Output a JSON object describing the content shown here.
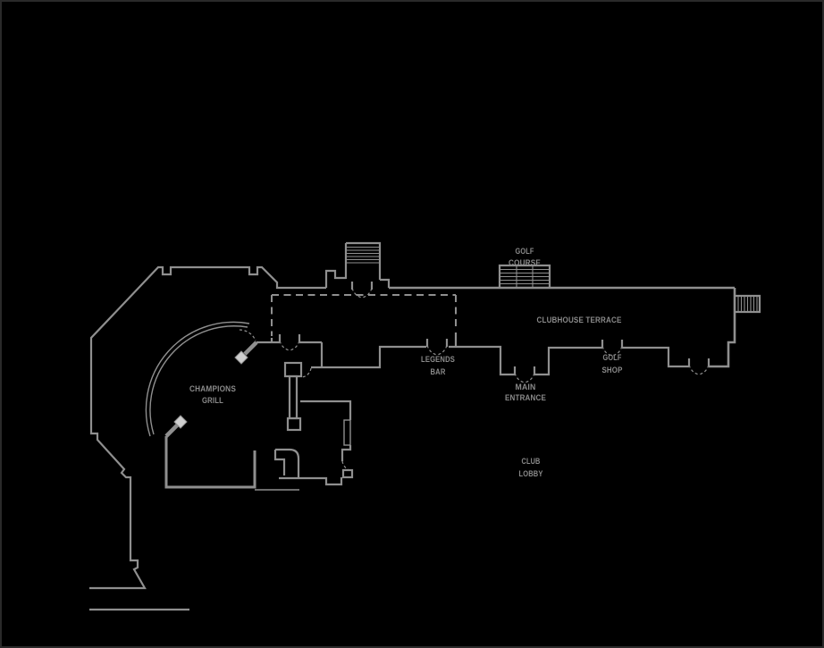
{
  "frame": {
    "background": "#000000",
    "border_color": "#2a2a2a"
  },
  "palette": {
    "wall_color": "#8f8f8f",
    "label_color": "#8a8a8a",
    "door_hinge_fill": "#cfcfcf"
  },
  "floor_plan": {
    "type": "clubhouse-floor-plan",
    "rooms": {
      "golf_course": {
        "line1": "GOLF",
        "line2": "COURSE"
      },
      "clubhouse_terrace": {
        "line1": "CLUBHOUSE TERRACE"
      },
      "legends_bar": {
        "line1": "LEGENDS",
        "line2": "BAR"
      },
      "main_entrance": {
        "line1": "MAIN",
        "line2": "ENTRANCE"
      },
      "golf_shop": {
        "line1": "GOLF",
        "line2": "SHOP"
      },
      "champions_grill": {
        "line1": "CHAMPIONS",
        "line2": "GRILL"
      },
      "club_lobby": {
        "line1": "CLUB",
        "line2": "LOBBY"
      }
    },
    "features": {
      "doors": [
        "terrace-north-double-door",
        "champions-grill-entry-door",
        "legends-bar-door",
        "main-entrance-door",
        "golf-shop-door",
        "terrace-east-door",
        "grill-arc-north-swing-door",
        "grill-arc-south-swing-door"
      ],
      "stairs": [
        "north-center-stairs",
        "golf-course-stairs",
        "east-terrace-stairs"
      ]
    }
  }
}
